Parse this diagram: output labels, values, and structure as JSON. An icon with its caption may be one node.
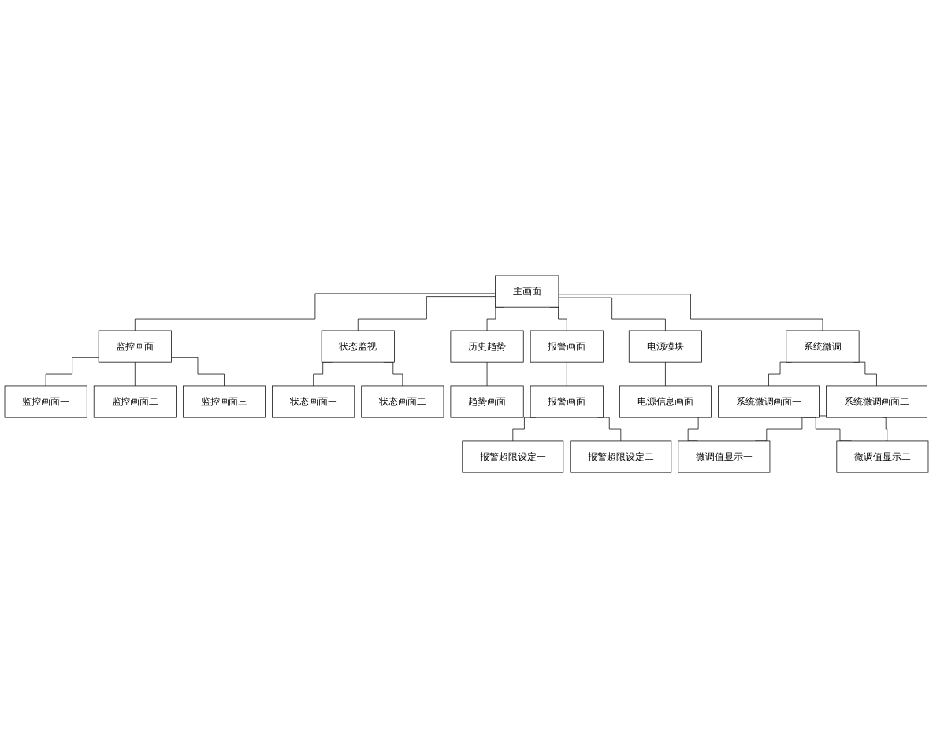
{
  "diagram": {
    "nodes": [
      {
        "text": [
          "主画面"
        ]
      },
      {
        "text": [
          "监控画面"
        ]
      },
      {
        "text": [
          "状态监视"
        ]
      },
      {
        "text": [
          "历史趋势"
        ]
      },
      {
        "text": [
          "报警画面"
        ]
      },
      {
        "text": [
          "电源模块"
        ]
      },
      {
        "text": [
          "系统微调"
        ]
      },
      {
        "text": [
          "监控画面一"
        ]
      },
      {
        "text": [
          "监控画面二"
        ]
      },
      {
        "text": [
          "监控画面三"
        ]
      },
      {
        "text": [
          "状态画面一"
        ]
      },
      {
        "text": [
          "状态画面二"
        ]
      },
      {
        "text": [
          "趋势画面"
        ]
      },
      {
        "text": [
          "报警画面"
        ]
      },
      {
        "text": [
          "电源信息画面"
        ]
      },
      {
        "text": [
          "系统微调画面一"
        ]
      },
      {
        "text": [
          "系统微调画面二"
        ]
      },
      {
        "text": [
          "报警超限设定一"
        ]
      },
      {
        "text": [
          "报警超限设定二"
        ]
      },
      {
        "text": [
          "微调值显示一"
        ]
      },
      {
        "text": [
          "微调值显示二"
        ]
      }
    ],
    "edges": [
      {
        "from": 0,
        "to": 1,
        "arrow": "none"
      },
      {
        "from": 0,
        "to": 2,
        "arrow": "none"
      },
      {
        "from": 0,
        "to": 3,
        "arrow": "none"
      },
      {
        "from": 0,
        "to": 4,
        "arrow": "none"
      },
      {
        "from": 0,
        "to": 5,
        "arrow": "none"
      },
      {
        "from": 0,
        "to": 6,
        "arrow": "none"
      },
      {
        "from": 1,
        "to": 7,
        "arrow": "none"
      },
      {
        "from": 1,
        "to": 8,
        "arrow": "none"
      },
      {
        "from": 1,
        "to": 9,
        "arrow": "none"
      },
      {
        "from": 2,
        "to": 10,
        "arrow": "none"
      },
      {
        "from": 2,
        "to": 11,
        "arrow": "none"
      },
      {
        "from": 3,
        "to": 12,
        "arrow": "none"
      },
      {
        "from": 4,
        "to": 13,
        "arrow": "none"
      },
      {
        "from": 5,
        "to": 14,
        "arrow": "none"
      },
      {
        "from": 6,
        "to": 15,
        "arrow": "none"
      },
      {
        "from": 6,
        "to": 16,
        "arrow": "none"
      },
      {
        "from": 13,
        "to": 17,
        "arrow": "none"
      },
      {
        "from": 13,
        "to": 18,
        "arrow": "none"
      },
      {
        "from": 15,
        "to": 19,
        "arrow": "none"
      },
      {
        "from": 15,
        "to": 20,
        "arrow": "none"
      },
      {
        "from": 16,
        "to": 19,
        "arrow": "none"
      },
      {
        "from": 16,
        "to": 20,
        "arrow": "none"
      }
    ]
  }
}
